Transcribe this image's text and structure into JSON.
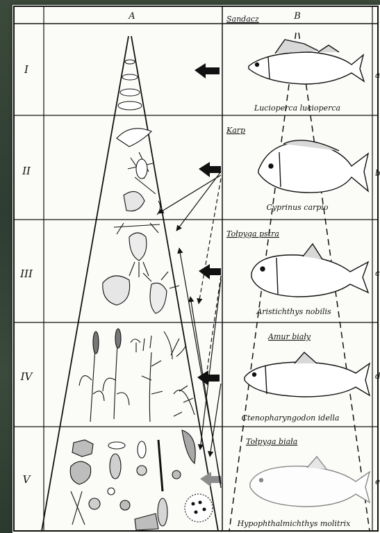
{
  "columns": {
    "a": "A",
    "b": "B"
  },
  "levels": [
    {
      "roman": "I",
      "name_pl": "Sandacz",
      "name_lat": "Lucioperca lucioperca",
      "edge": "a"
    },
    {
      "roman": "II",
      "name_pl": "Karp",
      "name_lat": "Cyprinus carpio",
      "edge": "b"
    },
    {
      "roman": "III",
      "name_pl": "Tołpyga pstra",
      "name_lat": "Aristichthys nobilis",
      "edge": "c"
    },
    {
      "roman": "IV",
      "name_pl": "Amur biały",
      "name_lat": "Ctenopharyngodon idella",
      "edge": "d"
    },
    {
      "roman": "V",
      "name_pl": "Tołpyga biała",
      "name_lat": "Hypophthalmichthys molitrix",
      "edge": "e"
    }
  ],
  "icons": {
    "trophic_arrow": "black-left-arrow",
    "last_arrow": "grey-left-arrow"
  },
  "colors": {
    "paper": "#fbfbf8",
    "ink": "#111111",
    "grey_arrow": "#8c8c8c"
  }
}
